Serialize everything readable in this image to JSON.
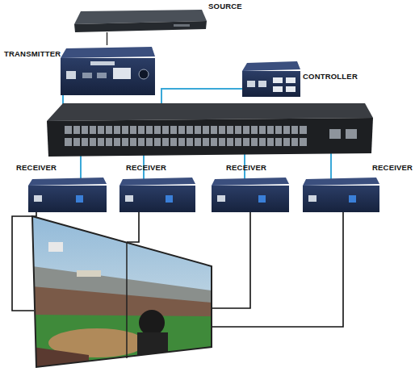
{
  "diagram": {
    "nodes": [
      {
        "text": [
          "SOURCE"
        ]
      },
      {
        "text": [
          "TRANSMITTER"
        ]
      },
      {
        "text": [
          "CONTROLLER"
        ]
      },
      {
        "text": [
          "RECEIVER"
        ]
      },
      {
        "text": [
          "RECEIVER"
        ]
      },
      {
        "text": [
          "RECEIVER"
        ]
      },
      {
        "text": [
          "RECEIVER"
        ]
      }
    ],
    "edges": [
      {
        "from": 0,
        "to": 1,
        "arrow": "none"
      }
    ]
  }
}
